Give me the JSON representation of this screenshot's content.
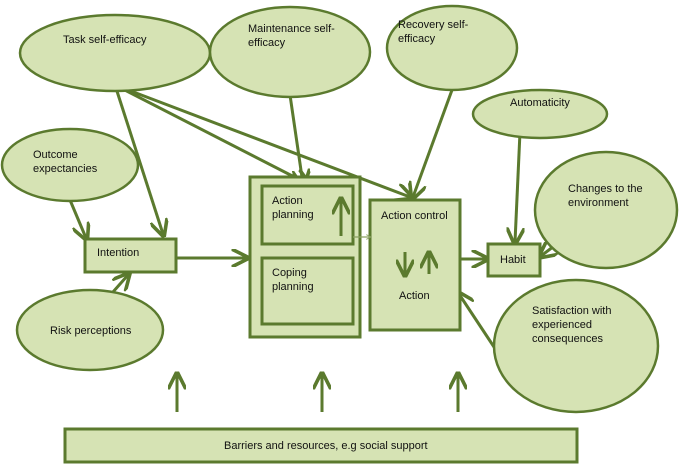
{
  "colors": {
    "fill": "#d6e3b4",
    "stroke": "#5b7a2e",
    "arrow": "#5b7a2e",
    "text": "#111111"
  },
  "nodes": {
    "task_self_efficacy": [
      "Task self-efficacy"
    ],
    "maintenance_self_efficacy": [
      "Maintenance self-",
      "efficacy"
    ],
    "recovery_self_efficacy": [
      "Recovery self-",
      "efficacy"
    ],
    "automaticity": [
      "Automaticity"
    ],
    "outcome_expectancies": [
      "Outcome",
      "expectancies"
    ],
    "changes_environment": [
      "Changes to the",
      "environment"
    ],
    "intention": [
      "Intention"
    ],
    "action_planning": [
      "Action",
      "planning"
    ],
    "coping_planning": [
      "Coping",
      "planning"
    ],
    "action_control": [
      "Action control"
    ],
    "action": [
      "Action"
    ],
    "habit": [
      "Habit"
    ],
    "risk_perceptions": [
      "Risk perceptions"
    ],
    "satisfaction": [
      "Satisfaction with",
      "experienced",
      "consequences"
    ],
    "barriers": [
      "Barriers and resources,  e.g social support"
    ]
  }
}
